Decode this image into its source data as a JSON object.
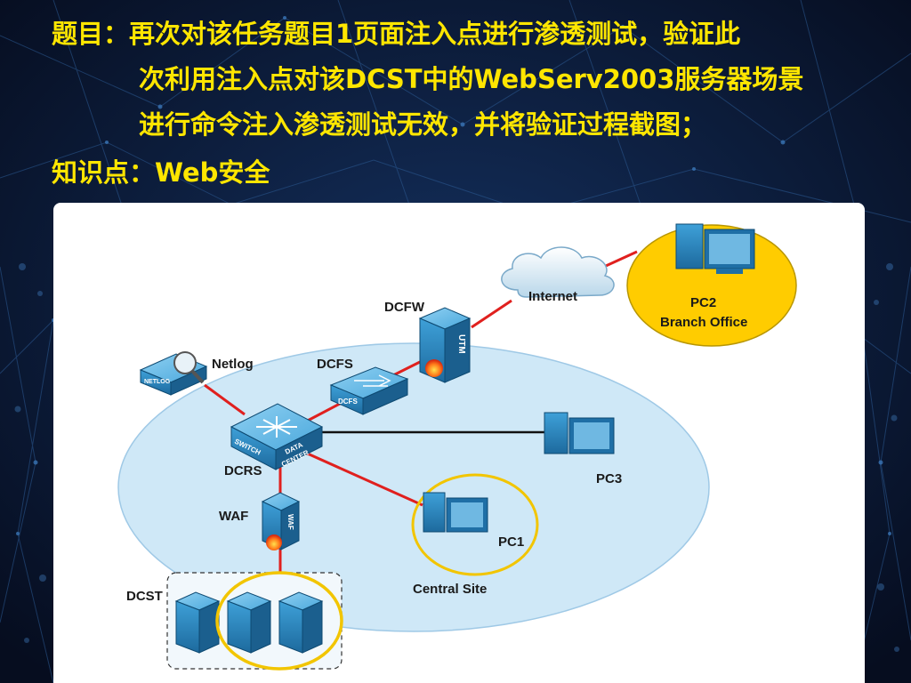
{
  "slide": {
    "task_lines": [
      "题目：再次对该任务题目1页面注入点进行渗透测试，验证此",
      "次利用注入点对该DCST中的WebServ2003服务器场景",
      "进行命令注入渗透测试无效，并将验证过程截图；"
    ],
    "knowledge_line": "知识点：Web安全"
  },
  "diagram": {
    "nodes": {
      "internet": "Internet",
      "dcfw": "DCFW",
      "utm_badge": "UTM",
      "pc2": "PC2",
      "branch": "Branch Office",
      "netlog": "Netlog",
      "netlog_badge": "NETLOG",
      "dcfs": "DCFS",
      "dcfs_badge": "DCFS",
      "switch_badge_1": "SWITCH",
      "switch_badge_2": "DATA",
      "switch_badge_3": "CENTER",
      "dcrs": "DCRS",
      "pc3": "PC3",
      "waf": "WAF",
      "waf_badge": "WAF",
      "pc1": "PC1",
      "central": "Central Site",
      "dcst": "DCST"
    }
  },
  "colors": {
    "heading": "#ffe600",
    "link_red": "#e0201e",
    "site_fill": "#cfe8f7",
    "branch_fill": "#ffcc00",
    "highlight_ring": "#f2c500",
    "device_blue": "#2a8bc4"
  }
}
